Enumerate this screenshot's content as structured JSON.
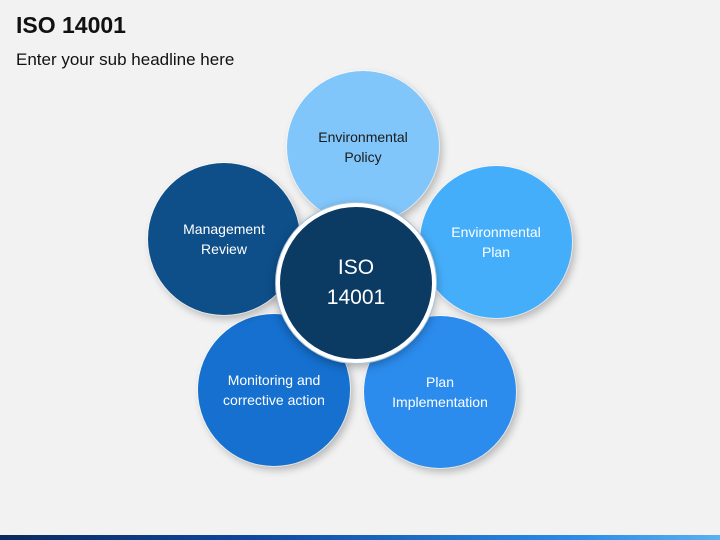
{
  "header": {
    "title": "ISO 14001",
    "subtitle": "Enter your sub headline here"
  },
  "diagram": {
    "center": {
      "label": "ISO\n14001",
      "color": "#0b3a63",
      "text_color": "#ffffff"
    },
    "petals": [
      {
        "label": "Environmental\nPolicy",
        "color": "#80c6fb",
        "text_color": "#1a1a1a"
      },
      {
        "label": "Environmental\nPlan",
        "color": "#45aefa",
        "text_color": "#ffffff"
      },
      {
        "label": "Plan\nImplementation",
        "color": "#2b8cee",
        "text_color": "#ffffff"
      },
      {
        "label": "Monitoring and\ncorrective action",
        "color": "#1570cf",
        "text_color": "#ffffff"
      },
      {
        "label": "Management\nReview",
        "color": "#0e4f8a",
        "text_color": "#ffffff"
      }
    ]
  }
}
